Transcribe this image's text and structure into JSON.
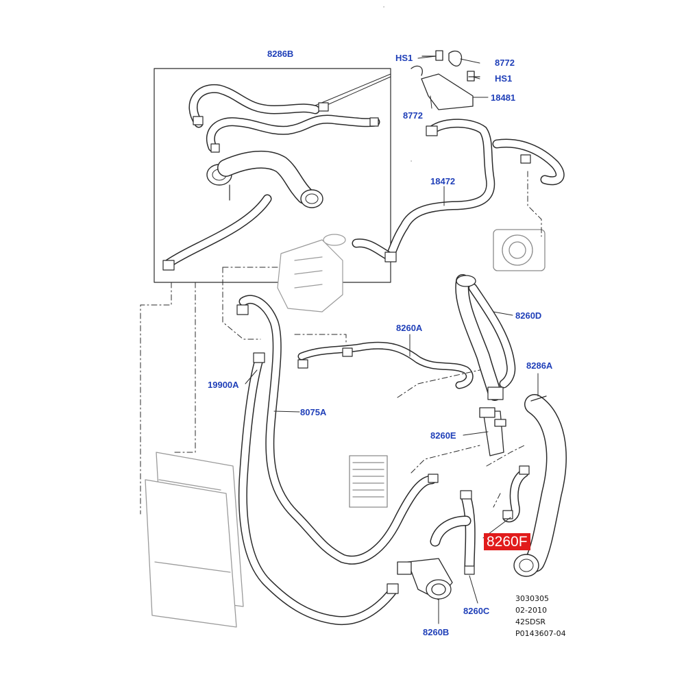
{
  "colors": {
    "label": "#1f3fb8",
    "highlight_bg": "#e11b1b",
    "highlight_text": "#ffffff",
    "line_art": "#2a2a2a"
  },
  "labels": {
    "l_8286B": "8286B",
    "l_HS1_top": "HS1",
    "l_8772_top": "8772",
    "l_HS1_right": "HS1",
    "l_18481": "18481",
    "l_8772_left": "8772",
    "l_18472": "18472",
    "l_8260D": "8260D",
    "l_8260A": "8260A",
    "l_8286A": "8286A",
    "l_19900A": "19900A",
    "l_8075A": "8075A",
    "l_8260E": "8260E",
    "l_8260C": "8260C",
    "l_8260B": "8260B"
  },
  "highlight": {
    "label": "8260F"
  },
  "meta": {
    "line1": "3030305",
    "line2": "02-2010",
    "line3": "42SDSR",
    "line4": "P0143607-04"
  }
}
